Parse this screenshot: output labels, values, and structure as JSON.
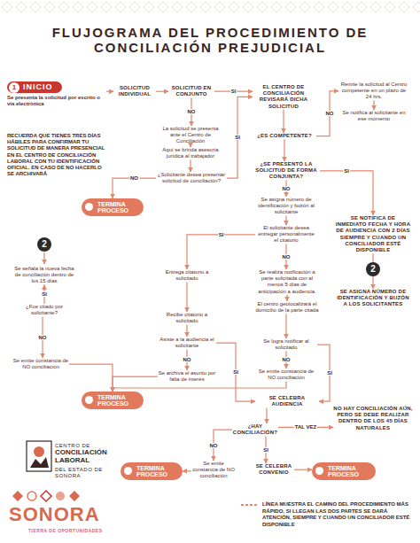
{
  "diagram": {
    "title": "FLUJOGRAMA DEL PROCEDIMIENTO DE CONCILIACIÓN PREJUDICIAL",
    "nodes": [
      {
        "text": [
          "INICIO",
          "Se presenta la solicitud por escrito o vía electrónica"
        ]
      },
      {
        "text": [
          "SOLICITUD INDIVIDUAL"
        ]
      },
      {
        "text": [
          "SOLICITUD EN CONJUNTO"
        ]
      },
      {
        "text": [
          "EL CENTRO DE CONCILIACIÓN REVISARÁ DICHA SOLICITUD"
        ]
      },
      {
        "text": [
          "Remite la solicitud al Centro competente en un plazo de 24 hrs."
        ]
      },
      {
        "text": [
          "Se notifica al solicitante en ese momento"
        ]
      },
      {
        "text": [
          "La solicitud se presenta ante el Centro de Conciliación"
        ]
      },
      {
        "text": [
          "Aquí se brinda asesoría jurídica al trabajador"
        ]
      },
      {
        "text": [
          "¿Solicitante desea presentar solicitud de conciliación?"
        ]
      },
      {
        "text": [
          "¿ES COMPETENTE?"
        ]
      },
      {
        "text": [
          "TERMINA PROCESO"
        ]
      },
      {
        "text": [
          "¿SE PRESENTÓ LA SOLICITUD DE FORMA CONJUNTA?"
        ]
      },
      {
        "text": [
          "Se asigna número de identificación y buzón al solicitante"
        ]
      },
      {
        "text": [
          "SE NOTIFICA DE INMEDIATO FECHA Y HORA DE AUDIENCIA CON 2 DÍAS SIEMPRE Y CUANDO UN CONCILIADOR ESTÉ DISPONIBLE"
        ]
      },
      {
        "text": [
          "El solicitante desea entregar personalmente el citatorio"
        ]
      },
      {
        "text": [
          "SE ASIGNA NÚMERO DE IDENTIFICACIÓN Y BUZÓN A LOS SOLICITANTES"
        ]
      },
      {
        "text": [
          "Se señala la nueva fecha de conciliación dentro de los 15 días"
        ]
      },
      {
        "text": [
          "Entrega citatorio a solicitado"
        ]
      },
      {
        "text": [
          "Se realiza notificación a parte solicitada con al menos 5 días de anticipación a audiencia."
        ]
      },
      {
        "text": [
          "¿Fue citado por solicitante?"
        ]
      },
      {
        "text": [
          "Recibe citatorio a solicitado"
        ]
      },
      {
        "text": [
          "El centro geolocalizará el domicilio de la parte citada"
        ]
      },
      {
        "text": [
          "Asiste a la audiencia el solicitante"
        ]
      },
      {
        "text": [
          "Se logra notificar al solicitado"
        ]
      },
      {
        "text": [
          "Se emite constancia de NO conciliación"
        ]
      },
      {
        "text": [
          "Se archiva el asunto por falta de interés"
        ]
      },
      {
        "text": [
          "Se emite constancia de NO conciliación"
        ]
      },
      {
        "text": [
          "TERMINA PROCESO"
        ]
      },
      {
        "text": [
          "SE CELEBRA AUDIENCIA"
        ]
      },
      {
        "text": [
          "NO HAY CONCILIACIÓN AÚN, PERO SE DEBE REALIZAR DENTRO DE LOS 45 DÍAS NATURALES"
        ]
      },
      {
        "text": [
          "¿HAY CONCILIACIÓN?"
        ]
      },
      {
        "text": [
          "TERMINA PROCESO"
        ]
      },
      {
        "text": [
          "Se emite constancia de NO conciliación"
        ]
      },
      {
        "text": [
          "SE CELEBRA CONVENIO"
        ]
      },
      {
        "text": [
          "TERMINA PROCESO"
        ]
      }
    ],
    "edges": [
      {
        "from": 0,
        "to": 1,
        "arrow": "to"
      },
      {
        "from": 1,
        "to": 2,
        "arrow": "to"
      },
      {
        "from": 2,
        "to": 3,
        "label": "SI",
        "arrow": "to"
      },
      {
        "from": 2,
        "to": 6,
        "label": "NO",
        "arrow": "to"
      },
      {
        "from": 6,
        "to": 7,
        "arrow": "to"
      },
      {
        "from": 7,
        "to": 8,
        "arrow": "to"
      },
      {
        "from": 8,
        "to": 10,
        "label": "NO",
        "arrow": "to"
      },
      {
        "from": 8,
        "to": 3,
        "label": "SI",
        "arrow": "to"
      },
      {
        "from": 3,
        "to": 9,
        "arrow": "to"
      },
      {
        "from": 9,
        "to": 4,
        "label": "NO",
        "arrow": "to"
      },
      {
        "from": 4,
        "to": 5,
        "arrow": "to"
      },
      {
        "from": 9,
        "to": 11,
        "arrow": "to"
      },
      {
        "from": 11,
        "to": 13,
        "label": "SI",
        "arrow": "to"
      },
      {
        "from": 11,
        "to": 12,
        "label": "NO",
        "arrow": "to"
      },
      {
        "from": 13,
        "to": 15,
        "arrow": "to"
      },
      {
        "from": 12,
        "to": 14,
        "arrow": "to"
      },
      {
        "from": 14,
        "to": 17,
        "label": "SI",
        "arrow": "to"
      },
      {
        "from": 14,
        "to": 18,
        "label": "NO",
        "arrow": "to"
      },
      {
        "from": 17,
        "to": 20,
        "arrow": "to"
      },
      {
        "from": 20,
        "to": 22,
        "arrow": "to"
      },
      {
        "from": 22,
        "to": 28,
        "label": "SI",
        "arrow": "to"
      },
      {
        "from": 22,
        "to": 25,
        "label": "NO",
        "arrow": "to"
      },
      {
        "from": 25,
        "to": 27,
        "arrow": "to"
      },
      {
        "from": 18,
        "to": 21,
        "arrow": "to"
      },
      {
        "from": 21,
        "to": 23,
        "arrow": "to"
      },
      {
        "from": 23,
        "to": 28,
        "label": "SI",
        "arrow": "to"
      },
      {
        "from": 23,
        "to": 26,
        "label": "NO",
        "arrow": "to"
      },
      {
        "from": 26,
        "to": 27,
        "arrow": "to"
      },
      {
        "from": 19,
        "to": 16,
        "label": "SI",
        "arrow": "to"
      },
      {
        "from": 19,
        "to": 24,
        "label": "NO",
        "arrow": "to"
      },
      {
        "from": 24,
        "to": 27,
        "arrow": "to"
      },
      {
        "from": 28,
        "to": 30,
        "arrow": "to"
      },
      {
        "from": 30,
        "to": 29,
        "label": "TAL VEZ",
        "arrow": "to"
      },
      {
        "from": 30,
        "to": 32,
        "label": "NO",
        "arrow": "to"
      },
      {
        "from": 32,
        "to": 31,
        "arrow": "to"
      },
      {
        "from": 30,
        "to": 33,
        "label": "SI",
        "arrow": "to"
      },
      {
        "from": 33,
        "to": 34,
        "arrow": "to"
      }
    ],
    "labels": [
      "1",
      "RECUERDA QUE TIENES TRES DÍAS HÁBILES PARA CONFIRMAR TU SOLICITUD DE MANERA PRESENCIAL EN EL CENTRO DE CONCILIACIÓN LABORAL CON TU IDENTIFICACIÓN OFICIAL. EN CASO DE NO HACERLO SE ARCHIVARÁ",
      "2",
      "2",
      "CENTRO DE",
      "CONCILIACIÓN LABORAL",
      "DEL ESTADO DE SONORA",
      "SONORA",
      "TIERRA DE OPORTUNIDADES"
    ],
    "legend": [
      {
        "text": "LÍNEA MUESTRA EL CAMINO DEL PROCEDIMIENTO MÁS RÁPIDO, SI LLEGAN LAS DOS PARTES SE DARÁ ATENCIÓN, SIEMPRE Y CUANDO UN CONCILIADOR ESTÉ DISPONIBLE"
      }
    ]
  }
}
